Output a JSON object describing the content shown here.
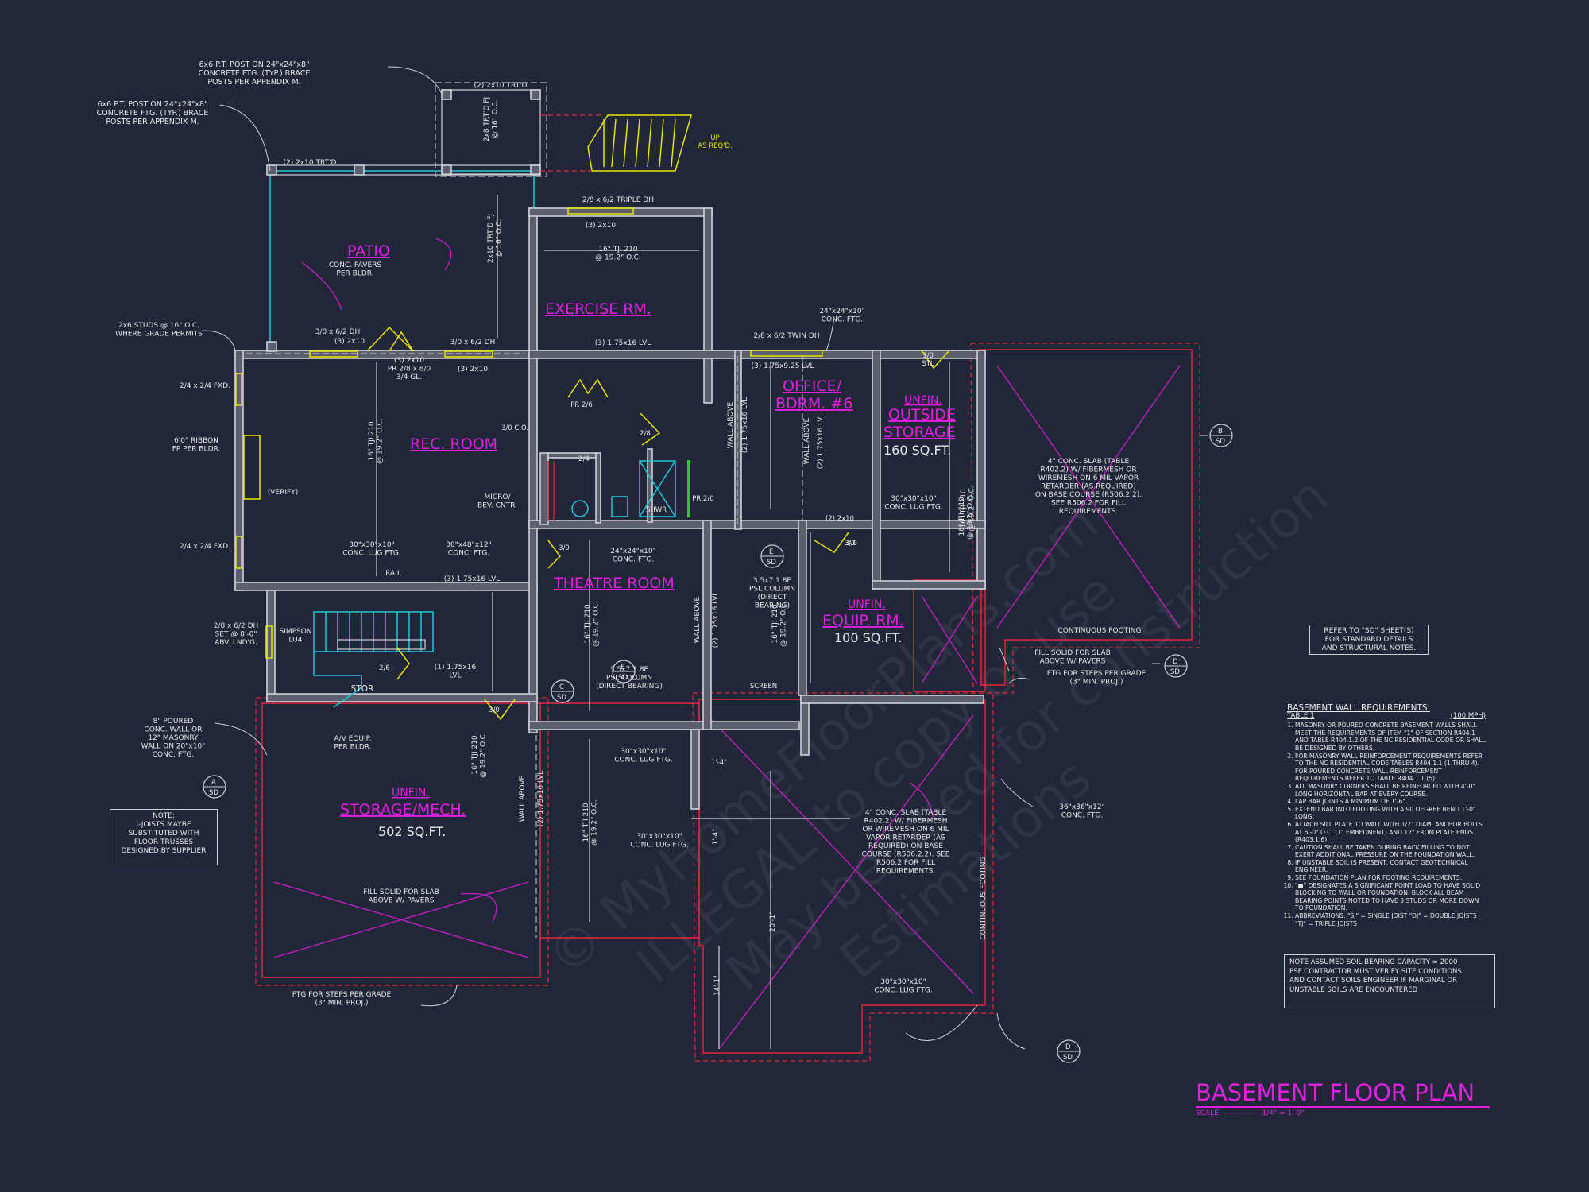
{
  "watermark": [
    "© MyHomeFloorPlans.com",
    "ILLEGAL to copy or use",
    "May be used for construction",
    "Estimations"
  ],
  "title": "BASEMENT FLOOR PLAN",
  "scale": "SCALE: ---------------1/4\" = 1'-0\"",
  "rooms": {
    "patio": "PATIO",
    "patio_note": "CONC. PAVERS\nPER BLDR.",
    "exercise": "EXERCISE RM.",
    "rec": "REC. ROOM",
    "office_1": "OFFICE/",
    "office_2": "BDRM. #6",
    "outside_1": "UNFIN.",
    "outside_2": "OUTSIDE",
    "outside_3": "STORAGE",
    "outside_area": "160 SQ.FT.",
    "theatre": "THEATRE ROOM",
    "equip_1": "UNFIN.",
    "equip_2": "EQUIP. RM.",
    "equip_area": "100 SQ.FT.",
    "storage_1": "UNFIN.",
    "storage_2": "STORAGE/MECH.",
    "storage_area": "502 SQ.FT."
  },
  "labels": {
    "post1": "6x6 P.T. POST ON 24\"x24\"x8\"\nCONCRETE FTG. (TYP.) BRACE\nPOSTS PER APPENDIX M.",
    "post2": "6x6 P.T. POST ON 24\"x24\"x8\"\nCONCRETE FTG. (TYP.) BRACE\nPOSTS PER APPENDIX M.",
    "trtd_top": "(2) 2x10 TRT'D",
    "trtd_left": "(2) 2x10 TRT'D",
    "trtd_fj": "2x8 TRT'D FJ\n@ 16\" O.C.",
    "trtd_fj2": "2x10 TRT'D FJ\n@ 16\" O.C.",
    "up": "UP\nAS REQ'D.",
    "triple_dh": "2/8 x 6/2 TRIPLE DH",
    "three_2x10": "(3) 2x10",
    "tji_ex": "16\" TJI 210\n@ 19.2\" O.C.",
    "studs": "2x6 STUDS @ 16\" O.C.\nWHERE GRADE PERMITS",
    "dh1": "3/0 x 6/2 DH",
    "dh1b": "(3) 2x10",
    "dh2": "3/0 x 6/2 DH",
    "pr": "(3) 2x10\nPR 2/8 x 8/0\n3/4 GL.",
    "dh2b": "(3) 2x10",
    "lvl_ex": "(3) 1.75x16 LVL",
    "twin_dh": "2/8 x 6/2 TWIN DH",
    "ftg24": "24\"x24\"x10\"\nCONC. FTG.",
    "lvl_off": "(3) 1.75x9.25 LVL",
    "fxd1": "2/4 x 2/4 FXD.",
    "ribbon": "6'0\" RIBBON\nFP PER BLDR.",
    "verify": "(VERIFY)",
    "fxd2": "2/4 x 2/4 FXD.",
    "tji_rec": "16\" TJI 210\n@ 19.2\" O.C.",
    "pr26": "PR 2/6",
    "two8": "2/8",
    "two4": "2/4",
    "micro": "MICRO/\nBEV. CNTR.",
    "shwr": "SHWR",
    "pr20": "PR 2/0",
    "three0co": "3/0 C.O.",
    "wall_above1": "WALL ABOVE",
    "lvl_v1": "(2) 1.75x16 LVL",
    "wall_above2": "WALL ABOVE",
    "lvl_v2": "(2) 1.75x16 LVL",
    "lug30_1": "30\"x30\"x10\"\nCONC. LUG FTG.",
    "lvl_210": "(2) 2x10",
    "tji_off": "16\" TJI 210\n@ 19.2\" O.C.",
    "lug30_2": "30\"x30\"x10\"\nCONC. LUG FTG.",
    "ftg30x48": "30\"x48\"x12\"\nCONC. FTG.",
    "three0_a": "3/0",
    "ftg24b": "24\"x24\"x10\"\nCONC. FTG.",
    "lvl_rec": "(3) 1.75x16 LVL",
    "rail": "RAIL",
    "psl1": "3.5x7 1.8E\nPSL COLUMN\n(DIRECT\nBEARING)",
    "three0_b": "3/0",
    "simpson": "SIMPSON\nLU4",
    "dh_set": "2/8 x 6/2 DH\nSET @ 8'-0\"\nABV. LND'G.",
    "two6": "2/6",
    "lvl1_75": "(1) 1.75x16\nLVL",
    "stor": "STOR",
    "tji_th": "16\" TJI 210\n@ 19.2\" O.C.",
    "wall_above3": "WALL ABOVE",
    "lvl_v3": "(2) 1.75x16 LVL",
    "tji_eq": "16\" TJI 210\n@ 19.2\" O.C.",
    "screen": "SCREEN",
    "psl2": "3.5x7 1.8E\nPSL COLUMN\n(DIRECT BEARING)",
    "three0_c": "3/0",
    "poured": "8\" POURED\nCONC. WALL OR\n12\" MASONRY\nWALL ON 20\"x10\"\nCONC. FTG.",
    "av": "A/V EQUIP.\nPER BLDR.",
    "tji_st": "16\" TJI 210\n@ 19.2\" O.C.",
    "wall_above4": "WALL ABOVE",
    "lvl_v4": "(2) 1.75x16 LVL",
    "lug30_3": "30\"x30\"x10\"\nCONC. LUG FTG.",
    "tji_st2": "16\" TJI 210\n@ 19.2\" O.C.",
    "lug30_4": "30\"x30\"x10\"\nCONC. LUG FTG.",
    "fill_pavers": "FILL SOLID FOR SLAB\nABOVE W/ PAVERS",
    "ftg_steps_bottom": "FTG FOR STEPS PER GRADE\n(3\" MIN. PROJ.)",
    "slab_right": "4\" CONC. SLAB (TABLE\nR402.2) W/ FIBERMESH OR\nWIREMESH ON 6 MIL VAPOR\nRETARDER (AS REQUIRED)\nON BASE COURSE (R506.2.2).\nSEE R506.2 FOR FILL\nREQUIREMENTS.",
    "tji_right": "16\" TJI 210\n@ 19.2\" O.C.",
    "cont_ftg": "CONTINUOUS FOOTING",
    "fill_right": "FILL SOLID FOR SLAB\nABOVE W/ PAVERS",
    "ftg_steps_right": "FTG FOR STEPS PER GRADE\n(3\" MIN. PROJ.)",
    "slab_bottom": "4\" CONC. SLAB (TABLE\nR402.2) W/ FIBERMESH\nOR WIREMESH ON 6 MIL\nVAPOR RETARDER (AS\nREQUIRED) ON BASE\nCOURSE (R506.2.2). SEE\nR506.2 FOR FILL\nREQUIREMENTS.",
    "cont_ftg2": "CONTINUOUS FOOTING",
    "ftg36": "36\"x36\"x12\"\nCONC. FTG.",
    "lug30_5": "30\"x30\"x10\"\nCONC. LUG FTG.",
    "dim14": "1'-4\"",
    "dim14b": "1'-4\"",
    "dim20": "20'-1\"",
    "dim141": "14'-1\"",
    "three_marks": "3",
    "sd": "SD",
    "three10": "3/0",
    "three10b": "3/0",
    "stl": "3/0\nSTL"
  },
  "tags": [
    {
      "letter": "B",
      "sub": "SD"
    },
    {
      "letter": "D",
      "sub": "SD"
    },
    {
      "letter": "A",
      "sub": "SD"
    },
    {
      "letter": "C",
      "sub": "SD"
    },
    {
      "letter": "E",
      "sub": "SD"
    },
    {
      "letter": "E",
      "sub": "SD"
    },
    {
      "letter": "D",
      "sub": "SD"
    }
  ],
  "note_box": "NOTE:\nI-JOISTS MAYBE\nSUBSTITUTED WITH\nFLOOR TRUSSES\nDESIGNED BY SUPPLIER",
  "refer_box": "REFER TO \"SD\" SHEET(S)\nFOR STANDARD DETAILS\nAND STRUCTURAL NOTES.",
  "soil_box": "NOTE ASSUMED SOIL BEARING CAPACITY = 2000\nPSF CONTRACTOR MUST VERIFY SITE CONDITIONS\nAND CONTACT SOILS ENGINEER IF MARGINAL OR\nUNSTABLE SOILS ARE ENCOUNTERED",
  "requirements": {
    "heading": "BASEMENT WALL REQUIREMENTS:",
    "table": "TABLE 1",
    "mph": "(100 MPH)",
    "items": [
      "MASONRY OR POURED CONCRETE BASEMENT WALLS SHALL MEET THE REQUIREMENTS OF ITEM \"1\" OF SECTION R404.1 AND TABLE R404.1.2 OF THE NC RESIDENTIAL CODE OR SHALL BE DESIGNED BY OTHERS.",
      "FOR MASONRY WALL REINFORCEMENT REQUIREMENTS REFER TO THE NC RESIDENTIAL CODE TABLES R404.1.1 (1 THRU 4). FOR POURED CONCRETE WALL REINFORCEMENT REQUIREMENTS REFER TO TABLE R404.1.1 (5).",
      "ALL MASONRY CORNERS SHALL BE REINFORCED WITH 4'-0\" LONG HORIZONTAL BAR AT EVERY COURSE.",
      "LAP BAR JOINTS A MINIMUM OF 1'-6\".",
      "EXTEND BAR INTO FOOTING WITH A 90 DEGREE BEND 1'-0\" LONG.",
      "ATTACH SILL PLATE TO WALL WITH 1/2\" DIAM. ANCHOR BOLTS AT 6'-0\" O.C. (1\" EMBEDMENT) AND 12\" FROM PLATE ENDS. (R403.1.6)",
      "CAUTION SHALL BE TAKEN DURING BACK FILLING TO NOT EXERT ADDITIONAL PRESSURE ON THE FOUNDATION WALL.",
      "IF UNSTABLE SOIL IS PRESENT, CONTACT GEOTECHNICAL ENGINEER.",
      "SEE FOUNDATION PLAN FOR FOOTING REQUIREMENTS.",
      "\"■\" DESIGNATES A SIGNIFICANT POINT LOAD TO HAVE SOLID BLOCKING TO WALL OR FOUNDATION. BLOCK ALL BEAM BEARING POINTS NOTED TO HAVE 3 STUDS OR MORE DOWN TO FOUNDATION.",
      "ABBREVIATIONS: \"SJ\" = SINGLE JOIST \"DJ\" = DOUBLE JOISTS \"TJ\" = TRIPLE JOISTS"
    ]
  }
}
